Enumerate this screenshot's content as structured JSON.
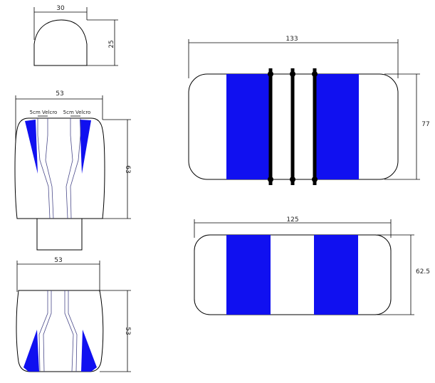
{
  "colors": {
    "band": "#1010f0",
    "outline": "#000000",
    "strap": "#4a4a8a"
  },
  "headrest": {
    "width_label": "30",
    "height_label": "25"
  },
  "front_view": {
    "width_label": "53",
    "height_label": "63",
    "velcro_left": "5cm Velcro",
    "velcro_right": "5cm Velcro"
  },
  "back_view": {
    "width_label": "53",
    "height_label": "53"
  },
  "strapped_panel": {
    "width_label": "133",
    "height_label": "77"
  },
  "plain_panel": {
    "width_label": "125",
    "height_label": "62.5"
  }
}
